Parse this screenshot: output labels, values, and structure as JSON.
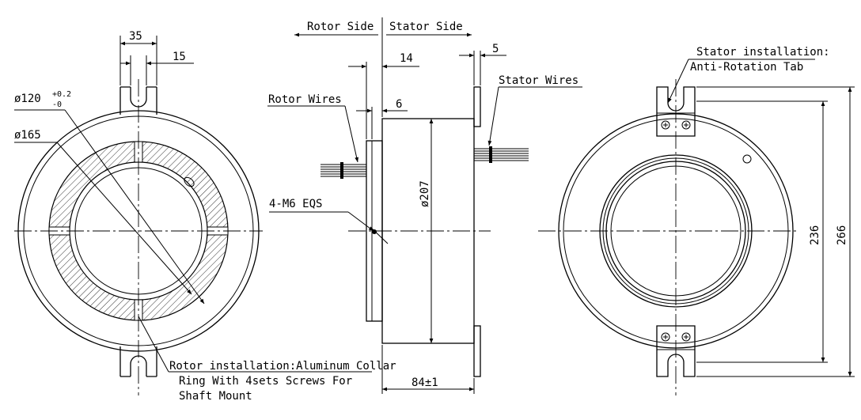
{
  "labels": {
    "rotor_side": "Rotor Side",
    "stator_side": "Stator Side",
    "dim_35": "35",
    "dim_15": "15",
    "dim_14": "14",
    "dim_5": "5",
    "dim_6": "6",
    "dia_120": "ø120",
    "tol_plus": "+0.2",
    "tol_minus": "-0",
    "dia_165": "ø165",
    "dia_207": "ø207",
    "rotor_wires": "Rotor Wires",
    "stator_wires": "Stator Wires",
    "m6": "4-M6 EQS",
    "rotor_install_1": "Rotor installation:Aluminum Collar",
    "rotor_install_2": "Ring With 4sets Screws For",
    "rotor_install_3": "Shaft Mount",
    "stator_install_1": "Stator installation:",
    "stator_install_2": "Anti-Rotation Tab",
    "dim_236": "236",
    "dim_266": "266",
    "dim_84": "84±1"
  }
}
